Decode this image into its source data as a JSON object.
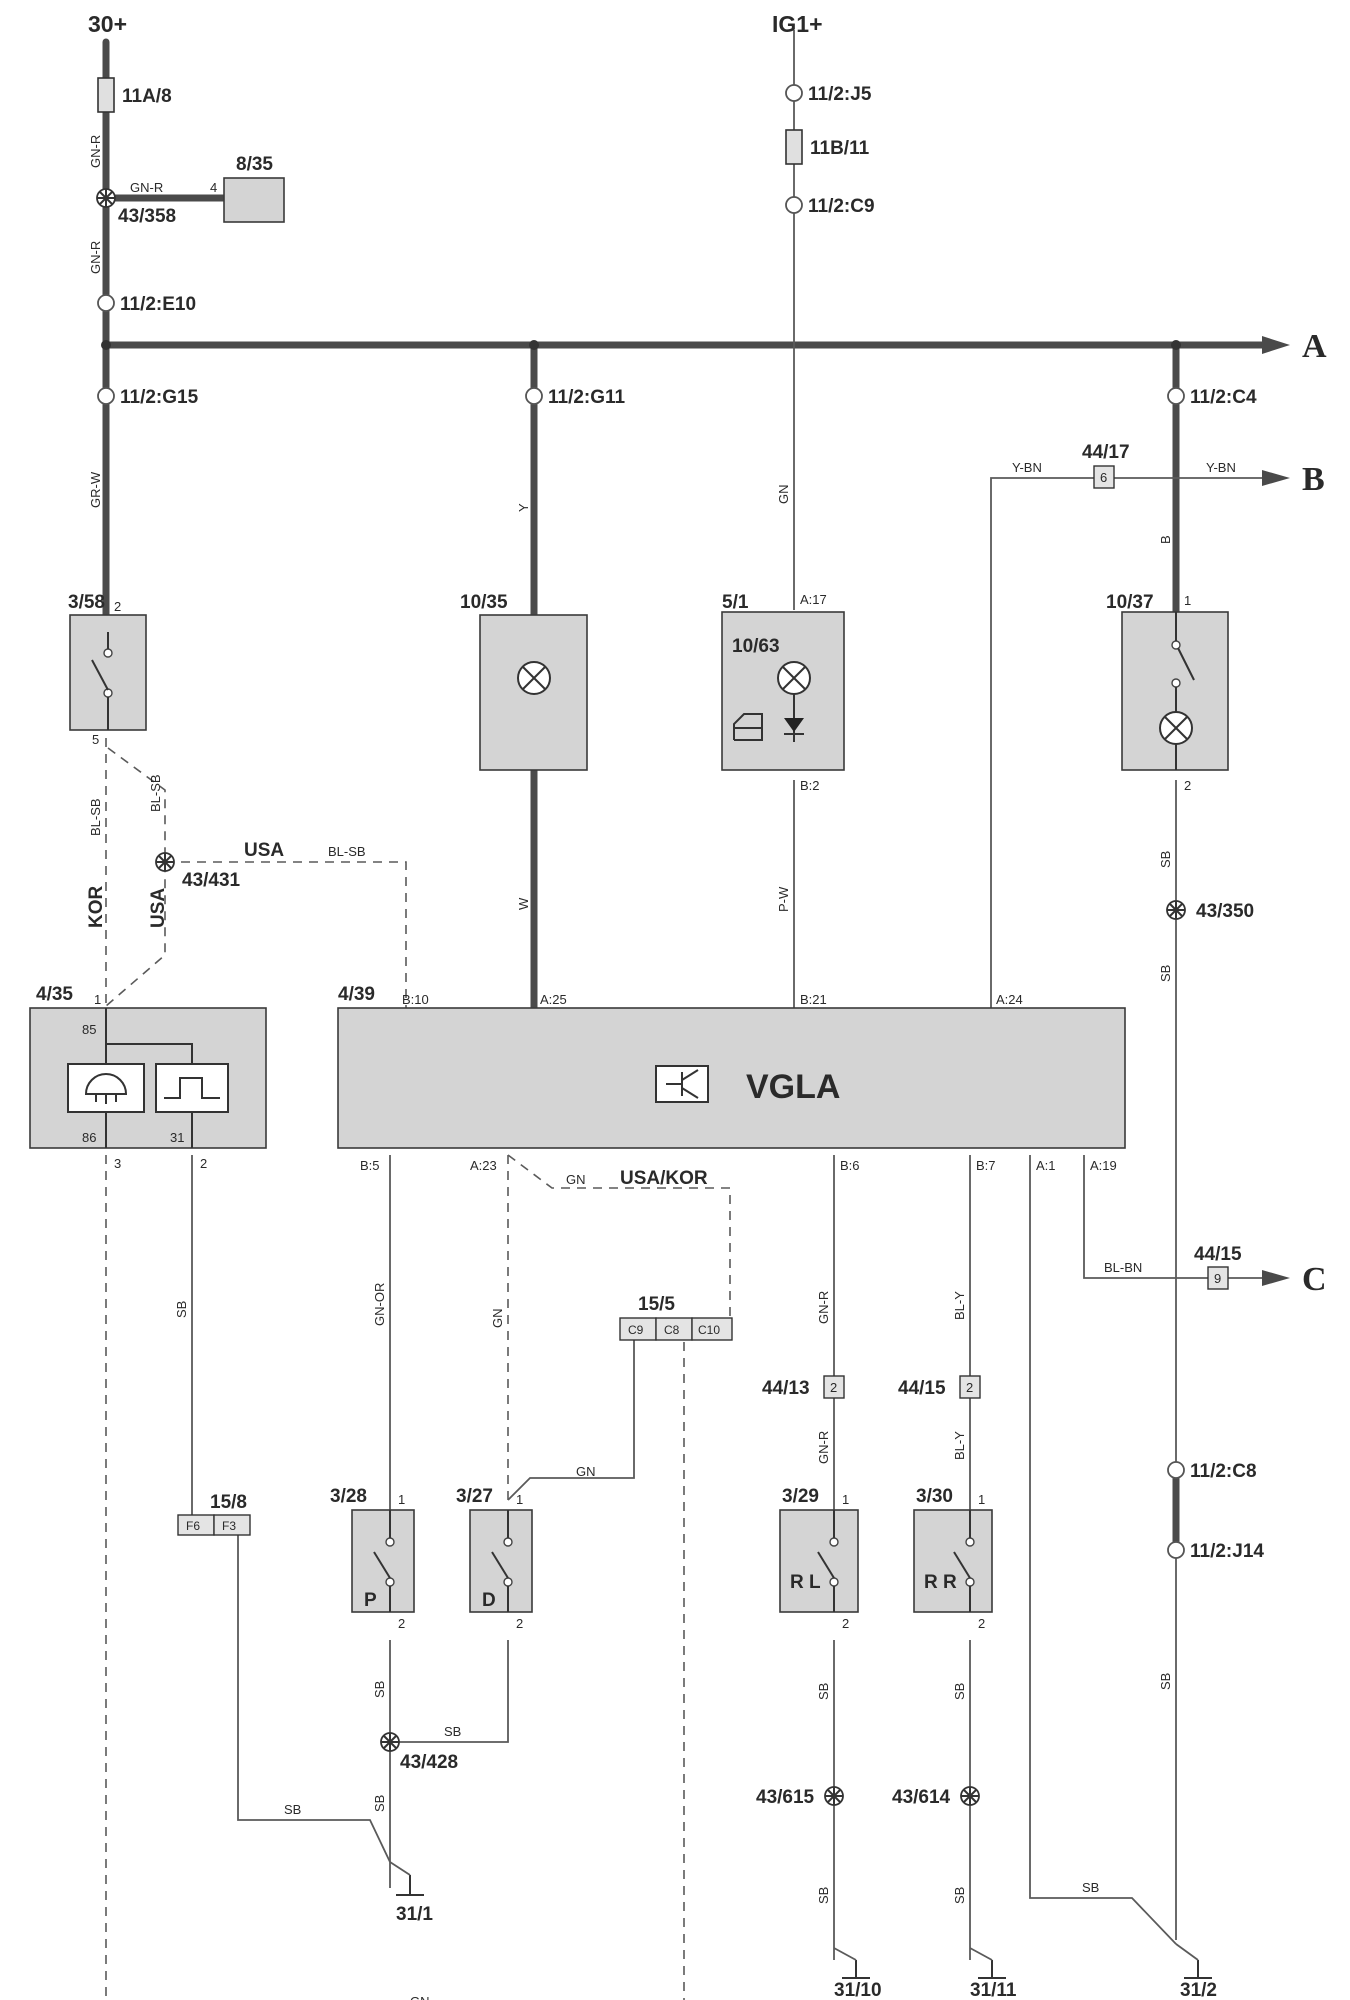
{
  "supplies": {
    "battery": "30+",
    "ignition": "IG1+"
  },
  "outputs": {
    "a": "A",
    "b": "B",
    "c": "C"
  },
  "fuses": {
    "battery": "11A/8",
    "ignition": "11B/11"
  },
  "connectors": {
    "j5": "11/2:J5",
    "c9": "11/2:C9",
    "e10": "11/2:E10",
    "g15": "11/2:G15",
    "g11": "11/2:G11",
    "c4": "11/2:C4",
    "c8": "11/2:C8",
    "j14": "11/2:J14"
  },
  "splices": {
    "s358": "43/358",
    "s431": "43/431",
    "s350": "43/350",
    "s428": "43/428",
    "s615": "43/615",
    "s614": "43/614"
  },
  "terminals": {
    "t8_35": {
      "code": "8/35",
      "pin": "4"
    },
    "t44_17": {
      "code": "44/17",
      "pin": "6"
    },
    "t44_15c": {
      "code": "44/15",
      "pin": "9"
    },
    "t44_13": {
      "code": "44/13",
      "pin": "2"
    },
    "t44_15": {
      "code": "44/15",
      "pin": "2"
    }
  },
  "multiconnectors": {
    "m15_5": {
      "code": "15/5",
      "pins": [
        "C9",
        "C8",
        "C10"
      ]
    },
    "m15_8": {
      "code": "15/8",
      "pins": [
        "F6",
        "F3"
      ]
    }
  },
  "components": {
    "sw_3_58": {
      "code": "3/58",
      "pin_top": "2",
      "pin_bottom": "5"
    },
    "lamp_10_35": {
      "code": "10/35"
    },
    "unit_5_1": {
      "code": "5/1",
      "inner": "10/63",
      "pin_top": "A:17",
      "pin_bottom": "B:2"
    },
    "sw_10_37": {
      "code": "10/37",
      "pin_top": "1",
      "pin_bottom": "2"
    },
    "relay_4_35": {
      "code": "4/35",
      "pin_top": "1",
      "pin_85": "85",
      "pin_86": "86",
      "pin_31": "31",
      "pin_3": "3",
      "pin_2": "2"
    },
    "module_4_39": {
      "code": "4/39",
      "name": "VGLA",
      "pins_top": [
        "B:10",
        "A:25",
        "B:21",
        "A:24"
      ],
      "pins_bottom": [
        "B:5",
        "A:23",
        "B:6",
        "B:7",
        "A:1",
        "A:19"
      ]
    },
    "sw_3_28": {
      "code": "3/28",
      "mark": "P",
      "pin_top": "1",
      "pin_bottom": "2"
    },
    "sw_3_27": {
      "code": "3/27",
      "mark": "D",
      "pin_top": "1",
      "pin_bottom": "2"
    },
    "sw_3_29": {
      "code": "3/29",
      "mark": "R L",
      "pin_top": "1",
      "pin_bottom": "2"
    },
    "sw_3_30": {
      "code": "3/30",
      "mark": "R R",
      "pin_top": "1",
      "pin_bottom": "2"
    }
  },
  "grounds": {
    "g31_1": "31/1",
    "g31_10": "31/10",
    "g31_11": "31/11",
    "g31_2": "31/2"
  },
  "wire_colors": {
    "gn_r": "GN-R",
    "gr_w": "GR-W",
    "y": "Y",
    "w": "W",
    "gn": "GN",
    "p_w": "P-W",
    "y_bn": "Y-BN",
    "b": "B",
    "sb": "SB",
    "bl_sb": "BL-SB",
    "gn_or": "GN-OR",
    "bl_y": "BL-Y",
    "bl_bn": "BL-BN"
  },
  "market_labels": {
    "kor": "KOR",
    "usa": "USA",
    "usa_kor": "USA/KOR"
  },
  "colors": {
    "line": "#4a4a4a",
    "component_fill": "#d4d4d4",
    "background": "#ffffff"
  }
}
